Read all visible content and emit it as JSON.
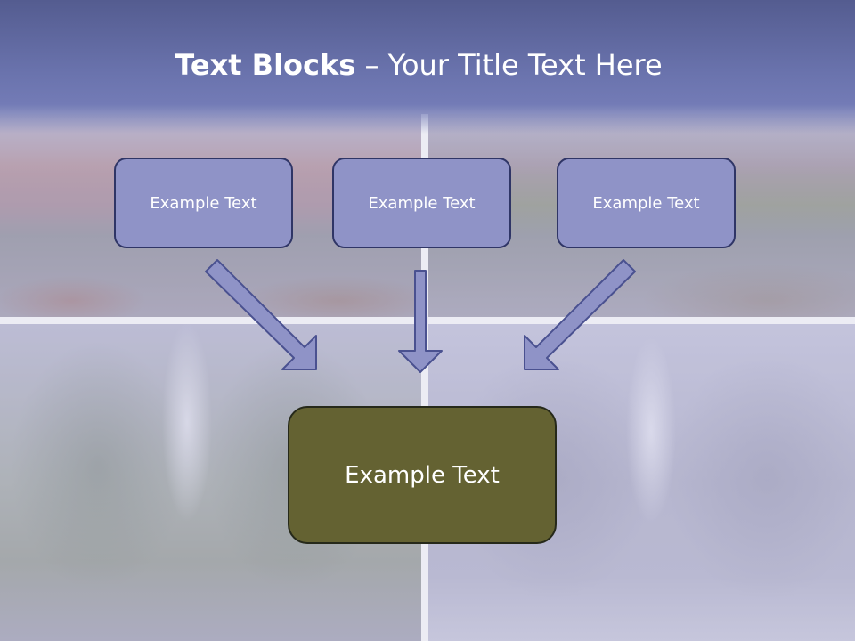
{
  "title": {
    "bold_part": "Text Blocks",
    "separator": " – ",
    "rest": "Your Title Text Here"
  },
  "blocks": {
    "left": "Example Text",
    "middle": "Example Text",
    "right": "Example Text",
    "center": "Example Text"
  },
  "colors": {
    "title_band": "#6a73ad",
    "box_fill": "#8f93c7",
    "box_border": "#2f3566",
    "center_fill": "#646232",
    "arrow_fill": "#8f93c7"
  }
}
